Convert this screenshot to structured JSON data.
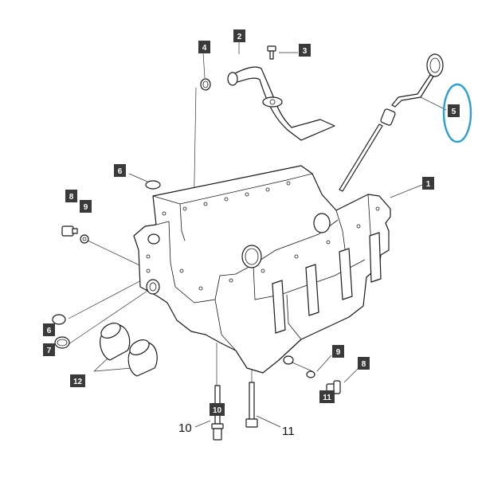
{
  "diagram": {
    "highlight_color": "#2b9fd3",
    "tag_color": "#3a3a3a",
    "callouts": [
      {
        "id": "c1",
        "label": "1"
      },
      {
        "id": "c2",
        "label": "2"
      },
      {
        "id": "c3",
        "label": "3"
      },
      {
        "id": "c4",
        "label": "4"
      },
      {
        "id": "c5",
        "label": "5"
      },
      {
        "id": "c6a",
        "label": "6"
      },
      {
        "id": "c6b",
        "label": "6"
      },
      {
        "id": "c7",
        "label": "7"
      },
      {
        "id": "c8a",
        "label": "8"
      },
      {
        "id": "c8b",
        "label": "8"
      },
      {
        "id": "c9a",
        "label": "9"
      },
      {
        "id": "c9b",
        "label": "9"
      },
      {
        "id": "c10",
        "label": "10"
      },
      {
        "id": "c11",
        "label": "11"
      },
      {
        "id": "c12",
        "label": "12"
      }
    ],
    "plain_labels": {
      "bolt_10": "10",
      "bolt_11": "11"
    },
    "highlighted_part": "5"
  }
}
